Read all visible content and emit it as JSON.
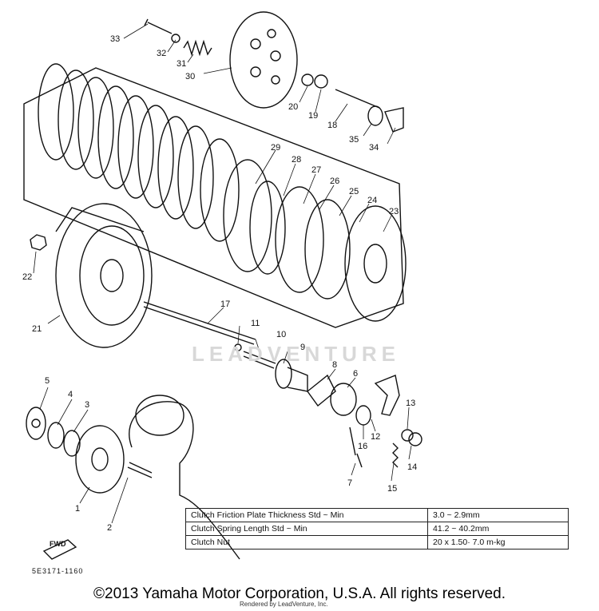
{
  "callouts": [
    "33",
    "32",
    "31",
    "30",
    "20",
    "19",
    "18",
    "35",
    "34",
    "29",
    "28",
    "27",
    "26",
    "25",
    "24",
    "23",
    "22",
    "21",
    "17",
    "11",
    "10",
    "9",
    "8",
    "6",
    "13",
    "12",
    "16",
    "14",
    "15",
    "7",
    "5",
    "4",
    "3",
    "1",
    "2"
  ],
  "spec_table": [
    {
      "item": "Clutch Friction Plate Thickness Std ~ Min",
      "value": "3.0 ~ 2.9mm"
    },
    {
      "item": "Clutch Spring Length Std ~ Min",
      "value": "41.2 ~ 40.2mm"
    },
    {
      "item": "Clutch Nut",
      "value": "20 x 1.50· 7.0 m-kg"
    }
  ],
  "fwd_label": "FWD",
  "part_number": "5E3171-1160",
  "watermark": "LEADVENTURE",
  "copyright": "©2013 Yamaha Motor Corporation, U.S.A. All rights reserved.",
  "rendered_by": "Rendered by LeadVenture, Inc."
}
